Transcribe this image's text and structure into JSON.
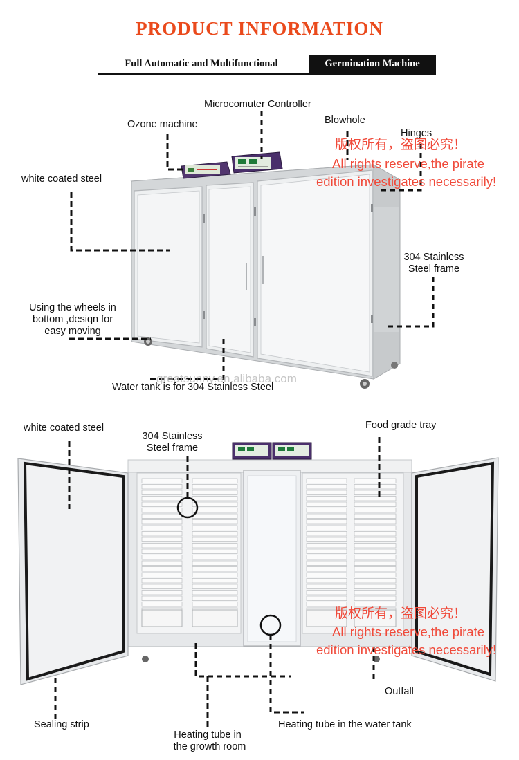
{
  "header": {
    "title": "PRODUCT  INFORMATION",
    "subtitle_left": "Full Automatic and Multifunctional",
    "subtitle_right": "Germination  Machine"
  },
  "top_section": {
    "labels": {
      "controller": "Microcomuter Controller",
      "ozone": "Ozone machine",
      "blowhole": "Blowhole",
      "hinges": "Hinges",
      "white_steel": "white coated steel",
      "frame_line1": "304 Stainless",
      "frame_line2": "Steel frame",
      "wheels_line1": "Using the wheels in",
      "wheels_line2": "bottom ,desiqn for",
      "wheels_line3": "easy moving",
      "water_tank": "Water tank is for 304 Stainless Steel"
    },
    "watermark": {
      "cn": "版权所有，盗图必究！",
      "en_line1": "All rights reserve,the pirate",
      "en_line2": "edition investigates necessarily!",
      "site": "greatsunny.en.alibaba.com"
    }
  },
  "bottom_section": {
    "labels": {
      "white_steel": "white coated steel",
      "frame_line1": "304 Stainless",
      "frame_line2": "Steel frame",
      "food_tray": "Food grade tray",
      "outfall": "Outfall",
      "sealing": "Sealing strip",
      "heat_room_line1": "Heating tube in",
      "heat_room_line2": "the growth room",
      "heat_tank": "Heating tube in the water tank"
    },
    "watermark": {
      "cn": "版权所有，盗图必究！",
      "en_line1": "All rights reserve,the pirate",
      "en_line2": "edition investigates necessarily!"
    }
  },
  "colors": {
    "title": "#ea4a1c",
    "watermark": "#f04a3a",
    "panel": "#eceeef",
    "frame": "#c9ccce",
    "controller_purple": "#4a2f6b"
  },
  "icons": [
    "wheel-icon",
    "controller-box-icon",
    "ozone-box-icon"
  ]
}
